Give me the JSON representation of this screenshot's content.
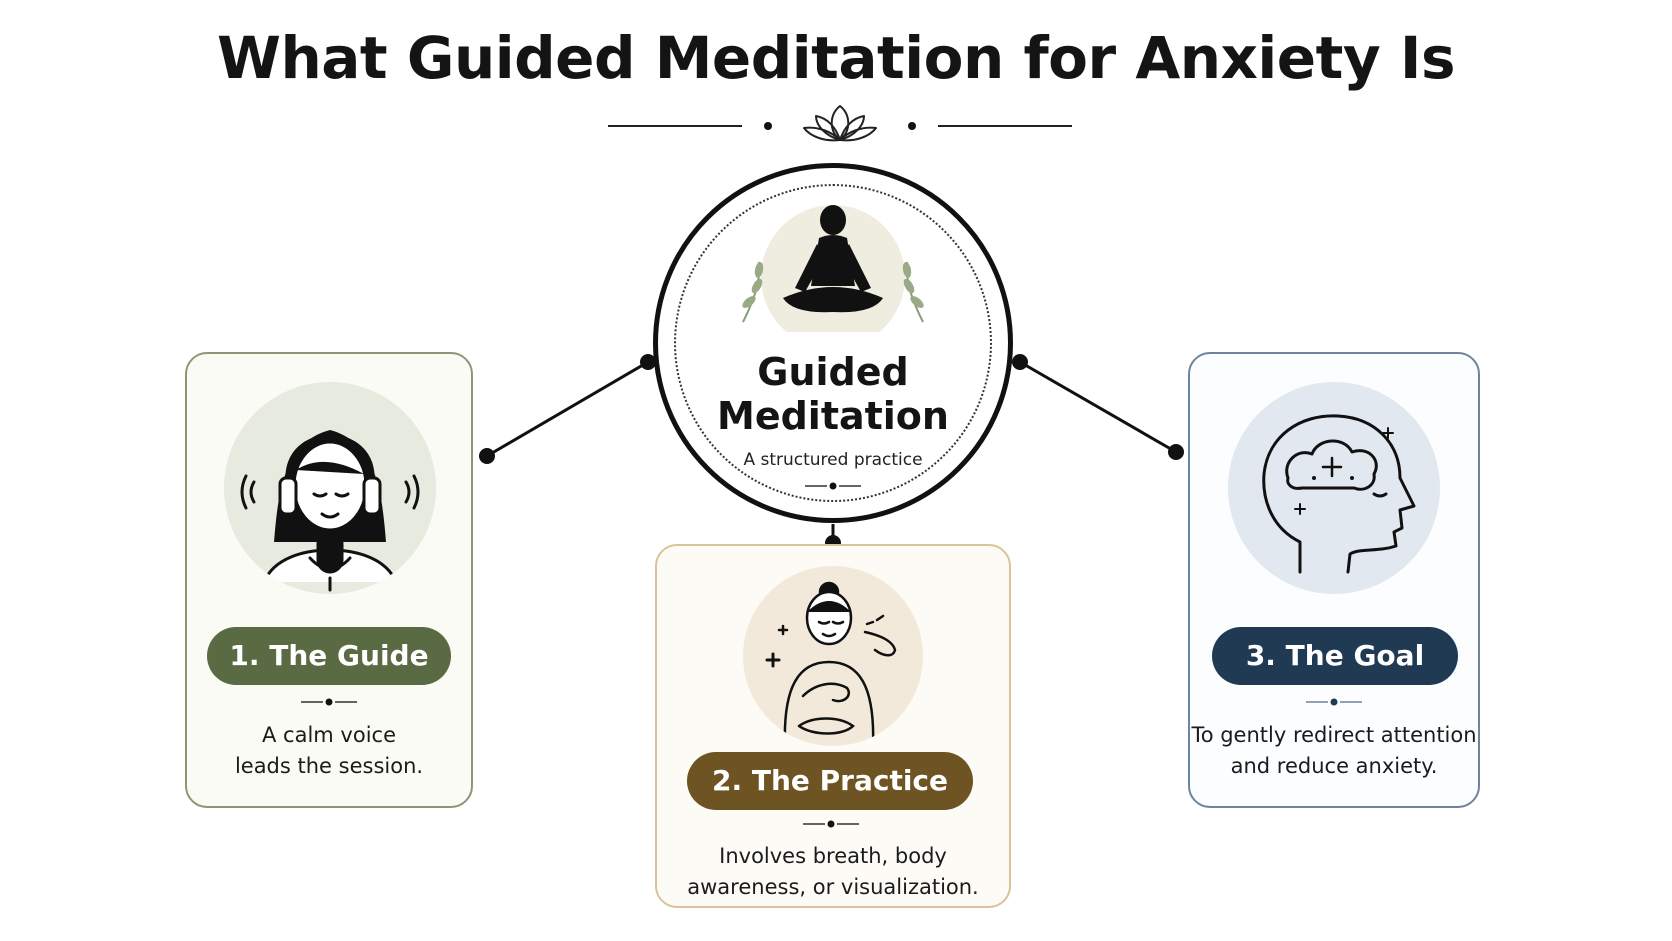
{
  "title": "What Guided Meditation for Anxiety Is",
  "icons": {
    "ornament": "lotus-icon",
    "hub": "meditating-person-icon",
    "guide": "woman-headphones-microphone-icon",
    "practice": "breathing-person-icon",
    "goal": "head-profile-cloud-icon"
  },
  "colors": {
    "guide_accent": "#5a6a43",
    "practice_accent": "#6e5423",
    "goal_accent": "#1f3a52",
    "guide_border": "#8c9873",
    "practice_border": "#d8c49a",
    "goal_border": "#6d849a"
  },
  "center": {
    "title_line1": "Guided",
    "title_line2": "Meditation",
    "subtitle": "A structured practice"
  },
  "cards": [
    {
      "label": "1. The Guide",
      "line1": "A calm voice",
      "line2": "leads the session."
    },
    {
      "label": "2. The Practice",
      "line1": "Involves breath, body",
      "line2": "awareness, or visualization."
    },
    {
      "label": "3. The Goal",
      "line1": "To gently redirect attention",
      "line2": "and reduce anxiety."
    }
  ]
}
